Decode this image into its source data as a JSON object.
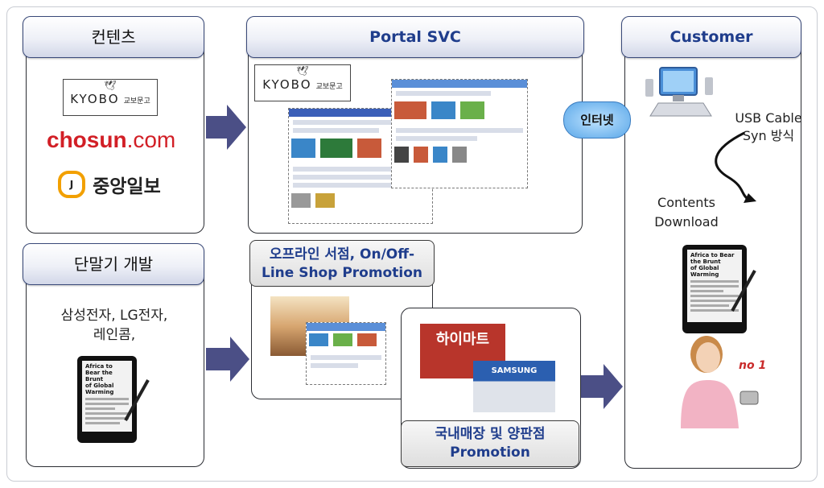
{
  "contents": {
    "header": "컨텐츠",
    "logos": {
      "kyobo_en": "KYOBO",
      "kyobo_kr": "교보문고",
      "chosun_a": "chosun",
      "chosun_b": ".com",
      "joongang_mark": "J",
      "joongang": "중앙일보"
    }
  },
  "portal": {
    "header": "Portal SVC",
    "kyobo_en": "KYOBO",
    "kyobo_kr": "교보문고"
  },
  "customer": {
    "header": "Customer",
    "internet": "인터넷",
    "usb_line1": "USB Cable",
    "usb_line2": "Syn 방식",
    "download_line1": "Contents",
    "download_line2": "Download",
    "ad_text": "no 1"
  },
  "device": {
    "header": "단말기 개발",
    "makers_line1": "삼성전자, LG전자,",
    "makers_line2": "레인콤,"
  },
  "offline": {
    "label_line1": "오프라인 서점, On/Off-",
    "label_line2": "Line Shop Promotion"
  },
  "retail": {
    "label_line1": "국내매장 및 양판점",
    "label_line2": "Promotion",
    "himart": "하이마트",
    "samsung": "SAMSUNG"
  },
  "ereader_screen": {
    "title_line1": "Africa to Bear the Brunt",
    "title_line2": "of Global Warming"
  },
  "colors": {
    "header_text": "#1f3d8c",
    "arrow": "#4b4f86",
    "chosun_red": "#d21f26"
  }
}
